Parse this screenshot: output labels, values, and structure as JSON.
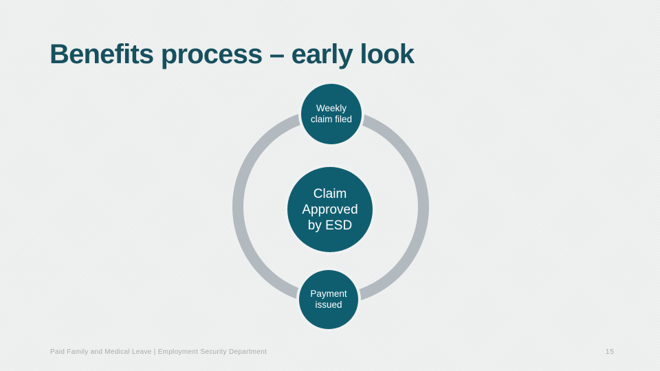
{
  "slide": {
    "title": "Benefits process – early look",
    "diagram": {
      "type": "cycle",
      "nodes": [
        {
          "position": "top",
          "label": "Weekly claim filed"
        },
        {
          "position": "center",
          "label": "Claim Approved by ESD"
        },
        {
          "position": "bottom",
          "label": "Payment issued"
        }
      ]
    },
    "footer": {
      "left_text": "Paid Family and Medical Leave | Employment Security Department",
      "page_number": "15"
    },
    "colors": {
      "background": "#f0f1f1",
      "title_text": "#16505e",
      "node_fill": "#0f5e70",
      "node_text": "#ffffff",
      "ring": "#b2b9bf",
      "footer_text": "#aaa9a7"
    }
  }
}
